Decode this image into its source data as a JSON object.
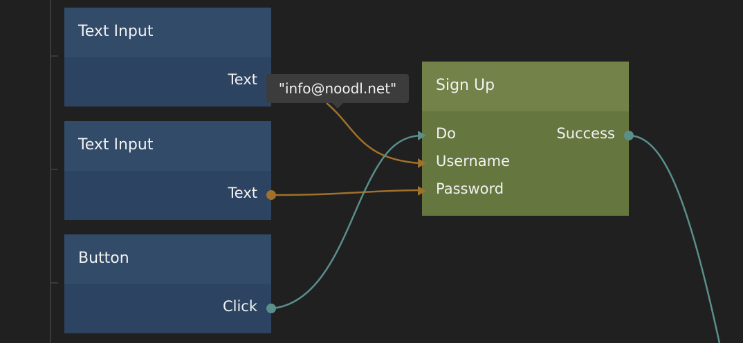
{
  "nodes": {
    "text_input_1": {
      "title": "Text Input",
      "output_port": "Text"
    },
    "text_input_2": {
      "title": "Text Input",
      "output_port": "Text"
    },
    "button": {
      "title": "Button",
      "output_port": "Click"
    },
    "sign_up": {
      "title": "Sign Up",
      "inputs": [
        "Do",
        "Username",
        "Password"
      ],
      "outputs": [
        "Success"
      ]
    }
  },
  "tooltip": {
    "value": "\"info@noodl.net\""
  },
  "colors": {
    "canvas_bg": "#202020",
    "blue_node_header": "#324b69",
    "blue_node_body": "#2c4461",
    "green_node_header": "#728249",
    "green_node_body": "#66763f",
    "string_wire": "#a0712a",
    "signal_wire": "#5a8f8c"
  }
}
